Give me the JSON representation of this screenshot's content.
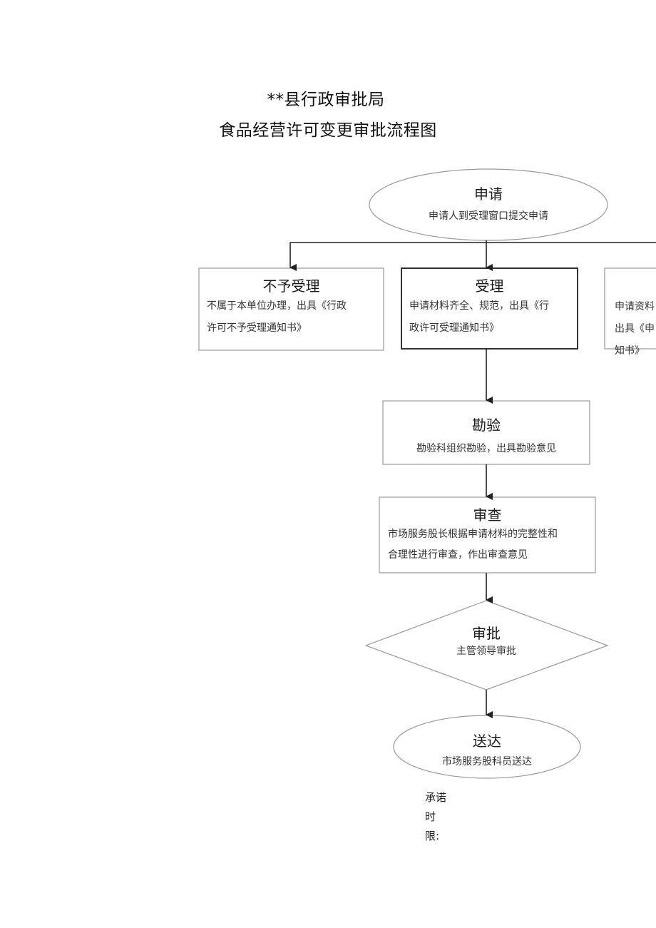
{
  "title": {
    "line1": "**县行政审批局",
    "line2": "食品经营许可变更审批流程图"
  },
  "nodes": {
    "apply": {
      "head": "申请",
      "body": "申请人到受理窗口提交申请"
    },
    "reject": {
      "head": "不予受理",
      "body_line1": "不属于本单位办理，出具《行政",
      "body_line2": "许可不予受理通知书》"
    },
    "accept": {
      "head": "受理",
      "body_line1": "申请材料齐全、规范，出具《行",
      "body_line2": "政许可受理通知书》"
    },
    "correct": {
      "body_line1": "申请资料",
      "body_line2": "出具《申",
      "body_line3": "知书》"
    },
    "survey": {
      "head": "勘验",
      "body": "勘验科组织勘验，出具勘验意见"
    },
    "review": {
      "head": "审查",
      "body_line1": "市场服务股长根据申请材料的完整性和",
      "body_line2": "合理性进行审查，作出审查意见"
    },
    "approve": {
      "head": "审批",
      "body": "主管领导审批"
    },
    "deliver": {
      "head": "送达",
      "body": "市场服务股科员送达"
    }
  },
  "time_limit": {
    "line1": "承诺",
    "line2": "时",
    "line3": "限:"
  }
}
